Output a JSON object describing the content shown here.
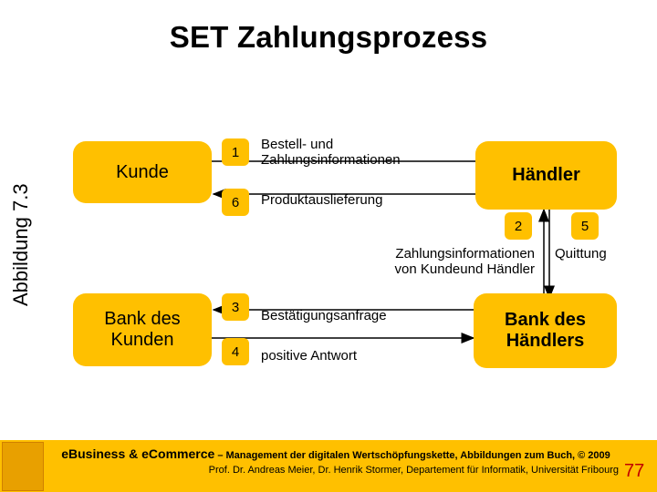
{
  "title": "SET Zahlungsprozess",
  "side_label": "Abbildung 7.3",
  "colors": {
    "box_fill": "#FFC000",
    "accent_red": "#C00000",
    "footer_band": "#FFC000"
  },
  "nodes": {
    "kunde": "Kunde",
    "haendler": "Händler",
    "bank_kunden": "Bank des Kunden",
    "bank_haendlers": "Bank des Händlers"
  },
  "steps": [
    {
      "num": "1",
      "label": "Bestell- und Zahlungsinformationen"
    },
    {
      "num": "6",
      "label": "Produktauslieferung"
    },
    {
      "num": "2",
      "label": "Zahlungsinformationen von Kundeund Händler"
    },
    {
      "num": "5",
      "label": "Quittung"
    },
    {
      "num": "3",
      "label": "Bestätigungsanfrage"
    },
    {
      "num": "4",
      "label": "positive Antwort"
    }
  ],
  "footer": {
    "line1_main": "eBusiness & eCommerce",
    "line1_rest": " – Management der digitalen Wertschöpfungskette, Abbildungen zum Buch, © 2009",
    "line2": "Prof. Dr. Andreas Meier, Dr. Henrik Stormer, Departement für Informatik, Universität Fribourg",
    "page_number": "77"
  }
}
